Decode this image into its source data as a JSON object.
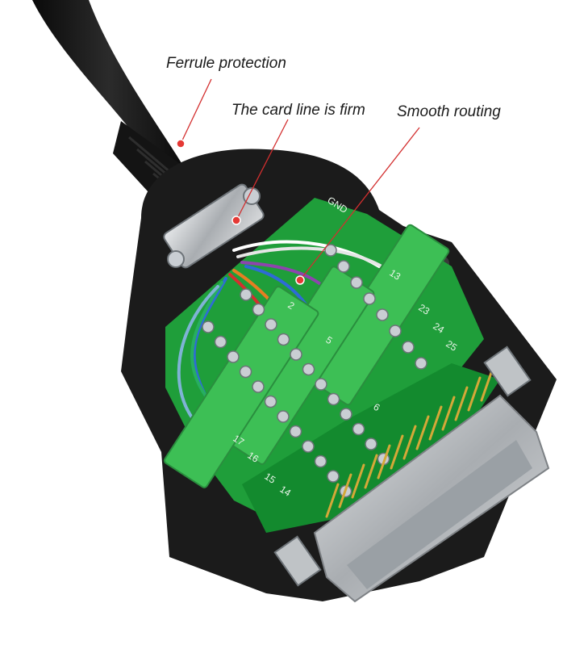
{
  "callouts": {
    "ferrule": "Ferrule protection",
    "card_line": "The card line is firm",
    "routing": "Smooth routing"
  },
  "colors": {
    "background": "#ffffff",
    "housing": "#1b1b1b",
    "pcb": "#1f9e3a",
    "terminal_block": "#3dbf55",
    "screw": "#c9ced3",
    "leader_line": "#d32f2f",
    "connector_metal": "#b8bcc0",
    "pins": "#d4a838"
  },
  "pcb_labels": {
    "gnd": "GND",
    "pin_13": "13",
    "pin_23": "23",
    "pin_24": "24",
    "pin_25": "25",
    "pin_2": "2",
    "pin_5": "5",
    "pin_6": "6",
    "pin_17": "17",
    "pin_16": "16",
    "pin_15": "15",
    "pin_14": "14"
  }
}
